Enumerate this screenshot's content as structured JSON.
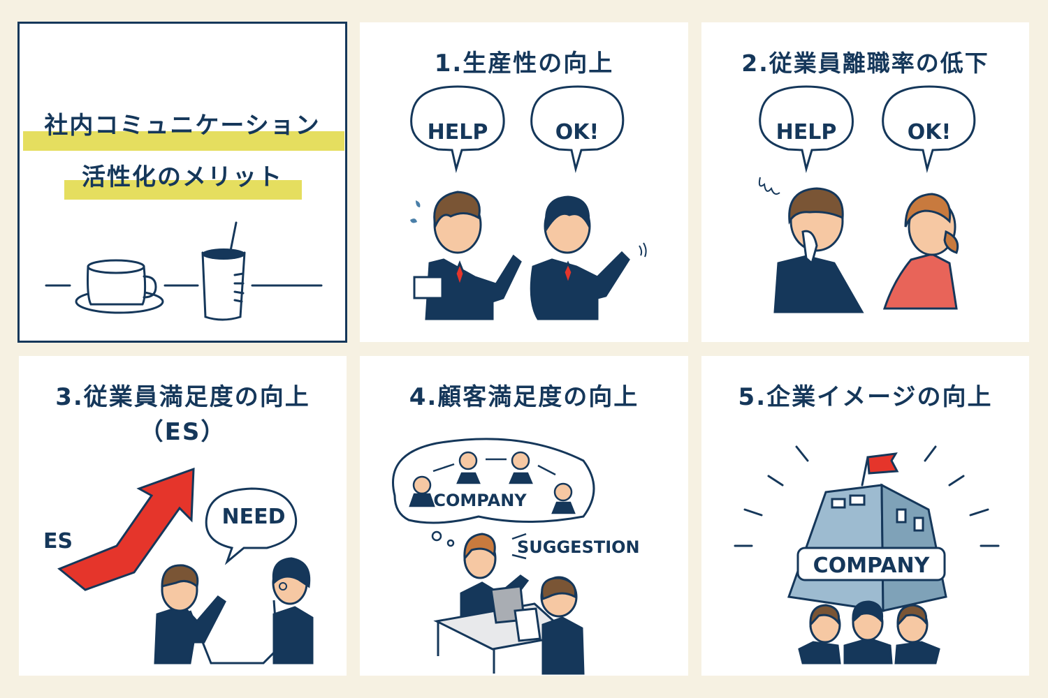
{
  "colors": {
    "background": "#f6f1e2",
    "panel": "#ffffff",
    "navy": "#15375a",
    "highlight": "#e5de5f",
    "red": "#e5352b",
    "skin": "#f6c8a3",
    "hair_brown": "#7a5535",
    "hair_orange": "#c87a3e",
    "coral": "#e86459",
    "building_light": "#9dbbd0",
    "building_dark": "#7fa2b8"
  },
  "intro_panel": {
    "title_line1": "社内コミュニケーション",
    "title_line2": "活性化のメリット",
    "illustration": "coffee-cup-and-tumbler"
  },
  "merits": [
    {
      "number": "1",
      "title": "1.生産性の向上",
      "bubbles": [
        "HELP",
        "OK!"
      ],
      "illustration": "two-businessmen-helping"
    },
    {
      "number": "2",
      "title": "2.従業員離職率の低下",
      "bubbles": [
        "HELP",
        "OK!"
      ],
      "illustration": "crying-man-and-woman"
    },
    {
      "number": "3",
      "title_line1": "3.従業員満足度の向上",
      "title_line2": "（ES）",
      "arrow_label": "ES",
      "bubbles": [
        "NEED"
      ],
      "illustration": "rising-arrow-and-meeting"
    },
    {
      "number": "4",
      "title": "4.顧客満足度の向上",
      "thought_label": "COMPANY",
      "speech_label": "SUGGESTION",
      "illustration": "sales-meeting-with-client"
    },
    {
      "number": "5",
      "title": "5.企業イメージの向上",
      "sign_label": "COMPANY",
      "illustration": "company-building-with-staff"
    }
  ]
}
